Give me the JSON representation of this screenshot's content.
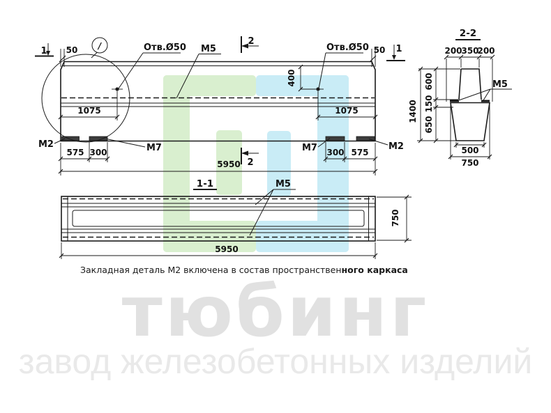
{
  "watermark": {
    "brand": "тюбинг",
    "tagline": "завод железобетонных изделий"
  },
  "note": {
    "text_normal": "Закладная деталь М2 включена в состав пространствен",
    "text_bold": "ного каркаса"
  },
  "views": {
    "elevation": {
      "section1": "1",
      "section2": "2",
      "detail_mark": "/",
      "label_hole": "Отв.Ø50",
      "label_m2": "М2",
      "label_m5": "М5",
      "label_m7": "М7",
      "dim_50": "50",
      "dim_400": "400",
      "dim_1075": "1075",
      "dim_575": "575",
      "dim_300": "300",
      "dim_5950": "5950"
    },
    "plan": {
      "title": "1-1",
      "label_m5": "М5",
      "dim_5950": "5950",
      "dim_750": "750"
    },
    "section": {
      "title": "2-2",
      "label_m5": "М5",
      "dim_200": "200",
      "dim_350": "350",
      "dim_1400": "1400",
      "dim_600": "600",
      "dim_150": "150",
      "dim_650": "650",
      "dim_500": "500",
      "dim_750": "750"
    }
  },
  "colors": {
    "logo_green": "#d9efcf",
    "logo_cyan": "#c9ecf6",
    "line": "#1a1a1a",
    "watermark_brand": "#e1e1e1",
    "watermark_tagline": "#e9e9e9"
  }
}
